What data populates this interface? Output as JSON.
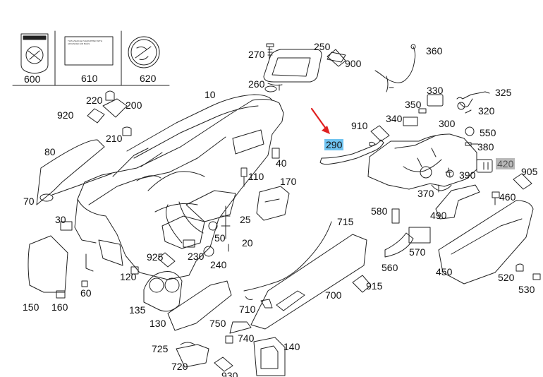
{
  "parts": [
    {
      "id": "600",
      "label": "600"
    },
    {
      "id": "610",
      "label": "610"
    },
    {
      "id": "620",
      "label": "620"
    },
    {
      "id": "270",
      "label": "270"
    },
    {
      "id": "250",
      "label": "250"
    },
    {
      "id": "900",
      "label": "900"
    },
    {
      "id": "360",
      "label": "360"
    },
    {
      "id": "260",
      "label": "260"
    },
    {
      "id": "330",
      "label": "330"
    },
    {
      "id": "325",
      "label": "325"
    },
    {
      "id": "220",
      "label": "220"
    },
    {
      "id": "200",
      "label": "200"
    },
    {
      "id": "10",
      "label": "10"
    },
    {
      "id": "350",
      "label": "350"
    },
    {
      "id": "320",
      "label": "320"
    },
    {
      "id": "920",
      "label": "920"
    },
    {
      "id": "340",
      "label": "340"
    },
    {
      "id": "910",
      "label": "910"
    },
    {
      "id": "300",
      "label": "300"
    },
    {
      "id": "550",
      "label": "550"
    },
    {
      "id": "210",
      "label": "210"
    },
    {
      "id": "290",
      "label": "290"
    },
    {
      "id": "380",
      "label": "380"
    },
    {
      "id": "80",
      "label": "80"
    },
    {
      "id": "420",
      "label": "420"
    },
    {
      "id": "905",
      "label": "905"
    },
    {
      "id": "40",
      "label": "40"
    },
    {
      "id": "390",
      "label": "390"
    },
    {
      "id": "110",
      "label": "110"
    },
    {
      "id": "170",
      "label": "170"
    },
    {
      "id": "370",
      "label": "370"
    },
    {
      "id": "460",
      "label": "460"
    },
    {
      "id": "70",
      "label": "70"
    },
    {
      "id": "490",
      "label": "490"
    },
    {
      "id": "580",
      "label": "580"
    },
    {
      "id": "25",
      "label": "25"
    },
    {
      "id": "30",
      "label": "30"
    },
    {
      "id": "715",
      "label": "715"
    },
    {
      "id": "50",
      "label": "50"
    },
    {
      "id": "20",
      "label": "20"
    },
    {
      "id": "570",
      "label": "570"
    },
    {
      "id": "925",
      "label": "925"
    },
    {
      "id": "230",
      "label": "230"
    },
    {
      "id": "240",
      "label": "240"
    },
    {
      "id": "560",
      "label": "560"
    },
    {
      "id": "450",
      "label": "450"
    },
    {
      "id": "520",
      "label": "520"
    },
    {
      "id": "120",
      "label": "120"
    },
    {
      "id": "60",
      "label": "60"
    },
    {
      "id": "915",
      "label": "915"
    },
    {
      "id": "530",
      "label": "530"
    },
    {
      "id": "700",
      "label": "700"
    },
    {
      "id": "150",
      "label": "150"
    },
    {
      "id": "160",
      "label": "160"
    },
    {
      "id": "135",
      "label": "135"
    },
    {
      "id": "710",
      "label": "710"
    },
    {
      "id": "130",
      "label": "130"
    },
    {
      "id": "750",
      "label": "750"
    },
    {
      "id": "740",
      "label": "740"
    },
    {
      "id": "725",
      "label": "725"
    },
    {
      "id": "140",
      "label": "140"
    },
    {
      "id": "720",
      "label": "720"
    },
    {
      "id": "930",
      "label": "930"
    }
  ],
  "highlight_colors": {
    "selected": "#6fc3f0",
    "muted": "#b9b9b9",
    "arrow": "#e02020"
  },
  "selected_part": "290",
  "muted_part": "420",
  "warning_label_610": [
    "THIS VEHICLE IS EQUIPPED WITH",
    "ADVANCED AIR BAGS"
  ]
}
